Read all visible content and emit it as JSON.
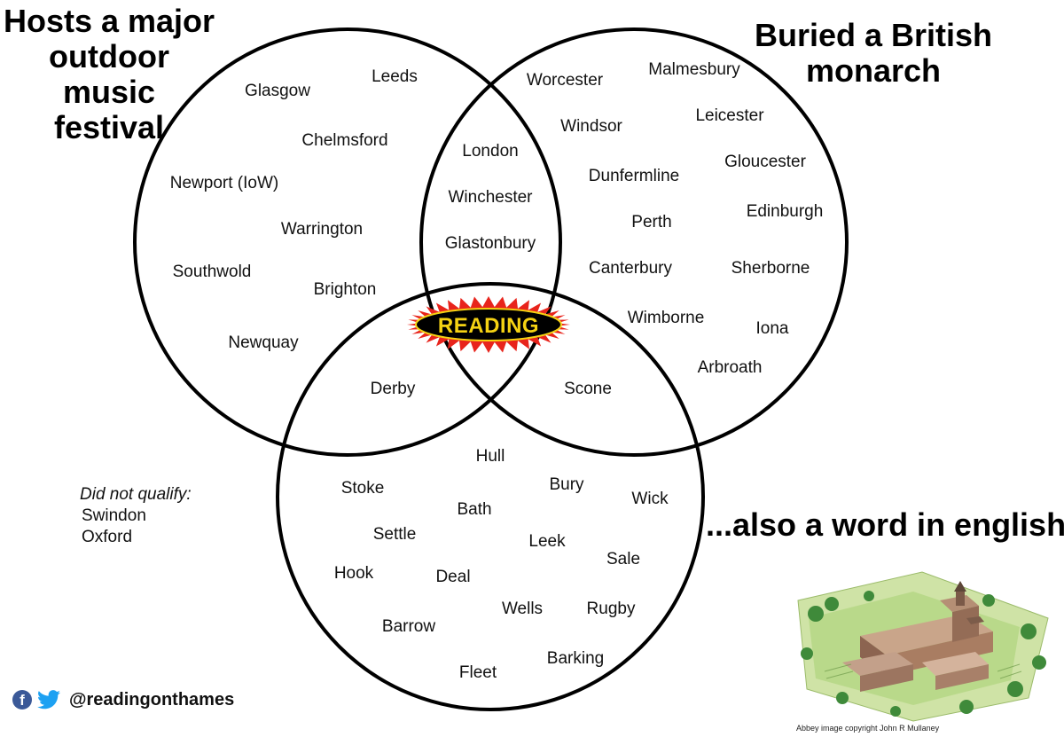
{
  "titles": {
    "festival": [
      "Hosts a major",
      "outdoor music",
      "festival"
    ],
    "monarch": [
      "Buried a British",
      "monarch"
    ],
    "word": "...also a word in english"
  },
  "centre_badge": "READING",
  "regions": {
    "festival_only": [
      "Glasgow",
      "Leeds",
      "Chelmsford",
      "Newport (IoW)",
      "Warrington",
      "Southwold",
      "Brighton",
      "Newquay"
    ],
    "festival_and_monarch": [
      "London",
      "Winchester",
      "Glastonbury"
    ],
    "monarch_only": [
      "Worcester",
      "Malmesbury",
      "Windsor",
      "Leicester",
      "Dunfermline",
      "Gloucester",
      "Perth",
      "Edinburgh",
      "Canterbury",
      "Sherborne",
      "Wimborne",
      "Iona",
      "Arbroath"
    ],
    "festival_and_word": [
      "Derby"
    ],
    "monarch_and_word": [
      "Scone"
    ],
    "word_only": [
      "Hull",
      "Stoke",
      "Bury",
      "Wick",
      "Bath",
      "Settle",
      "Leek",
      "Sale",
      "Hook",
      "Deal",
      "Wells",
      "Rugby",
      "Barrow",
      "Barking",
      "Fleet"
    ]
  },
  "did_not_qualify": {
    "title": "Did not qualify:",
    "items": [
      "Swindon",
      "Oxford"
    ]
  },
  "social": {
    "facebook_icon": "f",
    "twitter_icon": "twitter-bird-icon",
    "handle": "@readingonthames"
  },
  "image_credit": "Abbey image copyright John R Mullaney",
  "colors": {
    "badge_red": "#e8241c",
    "badge_text": "#f5d213",
    "badge_bg": "#000000",
    "facebook": "#3b5998",
    "twitter": "#1da1f2"
  }
}
